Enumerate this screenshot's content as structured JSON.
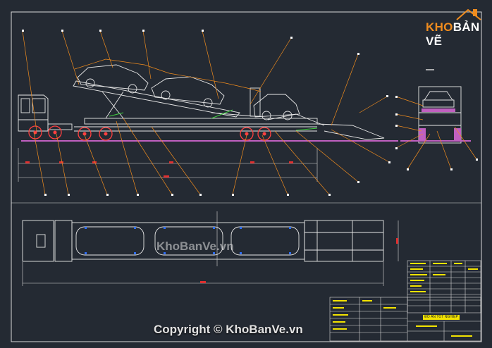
{
  "logo": {
    "part1": "KHO",
    "part2": "BẢN VẼ"
  },
  "watermark": "KhoBanVe.vn",
  "copyright": "Copyright © KhoBanVe.vn",
  "title_block": {
    "heading": "ĐỒ ÁN TỐT NGHIỆP"
  },
  "colors": {
    "background": "#242a33",
    "frame": "#d8d8d8",
    "leader": "#f08c1e",
    "dimension": "#e03030",
    "ground": "#c060c0",
    "axle": "#ff4040",
    "marker": "#3070ff",
    "body": "#e8e8e8",
    "green": "#40d040",
    "title_yellow": "#f4e400"
  }
}
